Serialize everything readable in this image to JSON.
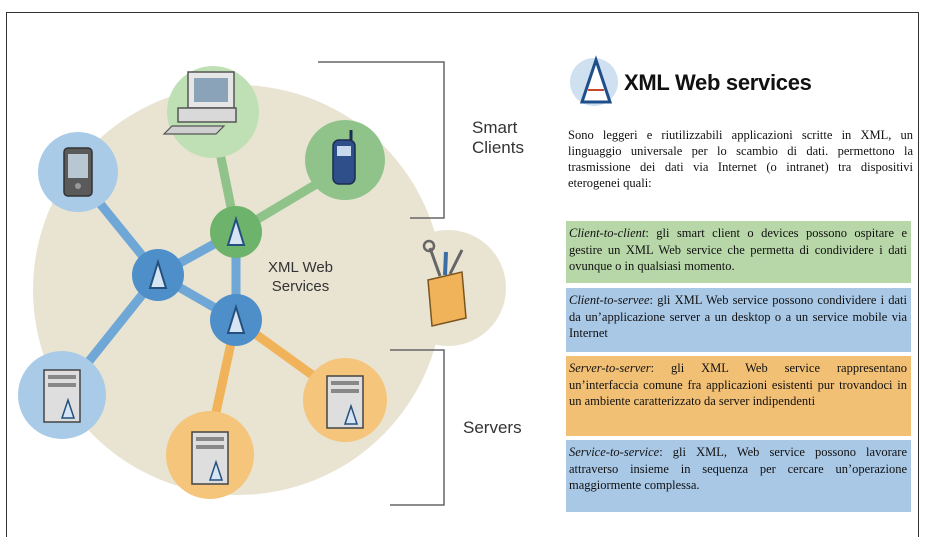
{
  "diagram": {
    "center_label_line1": "XML Web",
    "center_label_line2": "Services",
    "group_smart_line1": "Smart",
    "group_smart_line2": "Clients",
    "group_servers": "Servers",
    "colors": {
      "background_disc": "#e9e3d2",
      "green": "#8fc38a",
      "blue": "#6fa7d6",
      "orange": "#f0b35a",
      "tools_disc": "#e9e3d2"
    }
  },
  "panel": {
    "title": "XML Web services",
    "intro": "Sono leggeri e riutilizzabili applicazioni scritte in XML, un linguaggio universale per lo scambio di dati. permettono la trasmissione dei dati via Internet (o intranet) tra dispositivi eterogenei quali:",
    "items": [
      {
        "term": "Client-to-client",
        "text": ": gli smart client o devices possono ospitare e gestire un XML Web service che permetta di condividere i dati ovunque o in qualsiasi momento.",
        "color": "#b7d7a8"
      },
      {
        "term": "Client-to-servee",
        "text": ": gli XML Web service possono condividere i dati da un’applicazione server a un desktop o a un service mobile via Internet",
        "color": "#a9c8e6"
      },
      {
        "term": "Server-to-server",
        "text": ": gli XML Web service rappresentano un’interfaccia comune fra applicazioni esistenti pur trovandoci in un ambiente caratterizzato da server indipendenti",
        "color": "#f2c075"
      },
      {
        "term": "Service-to-service",
        "text": ": gli XML, Web service possono lavorare attraverso insieme in sequenza per cercare un’operazione maggiormente complessa.",
        "color": "#a9c8e6"
      }
    ]
  }
}
